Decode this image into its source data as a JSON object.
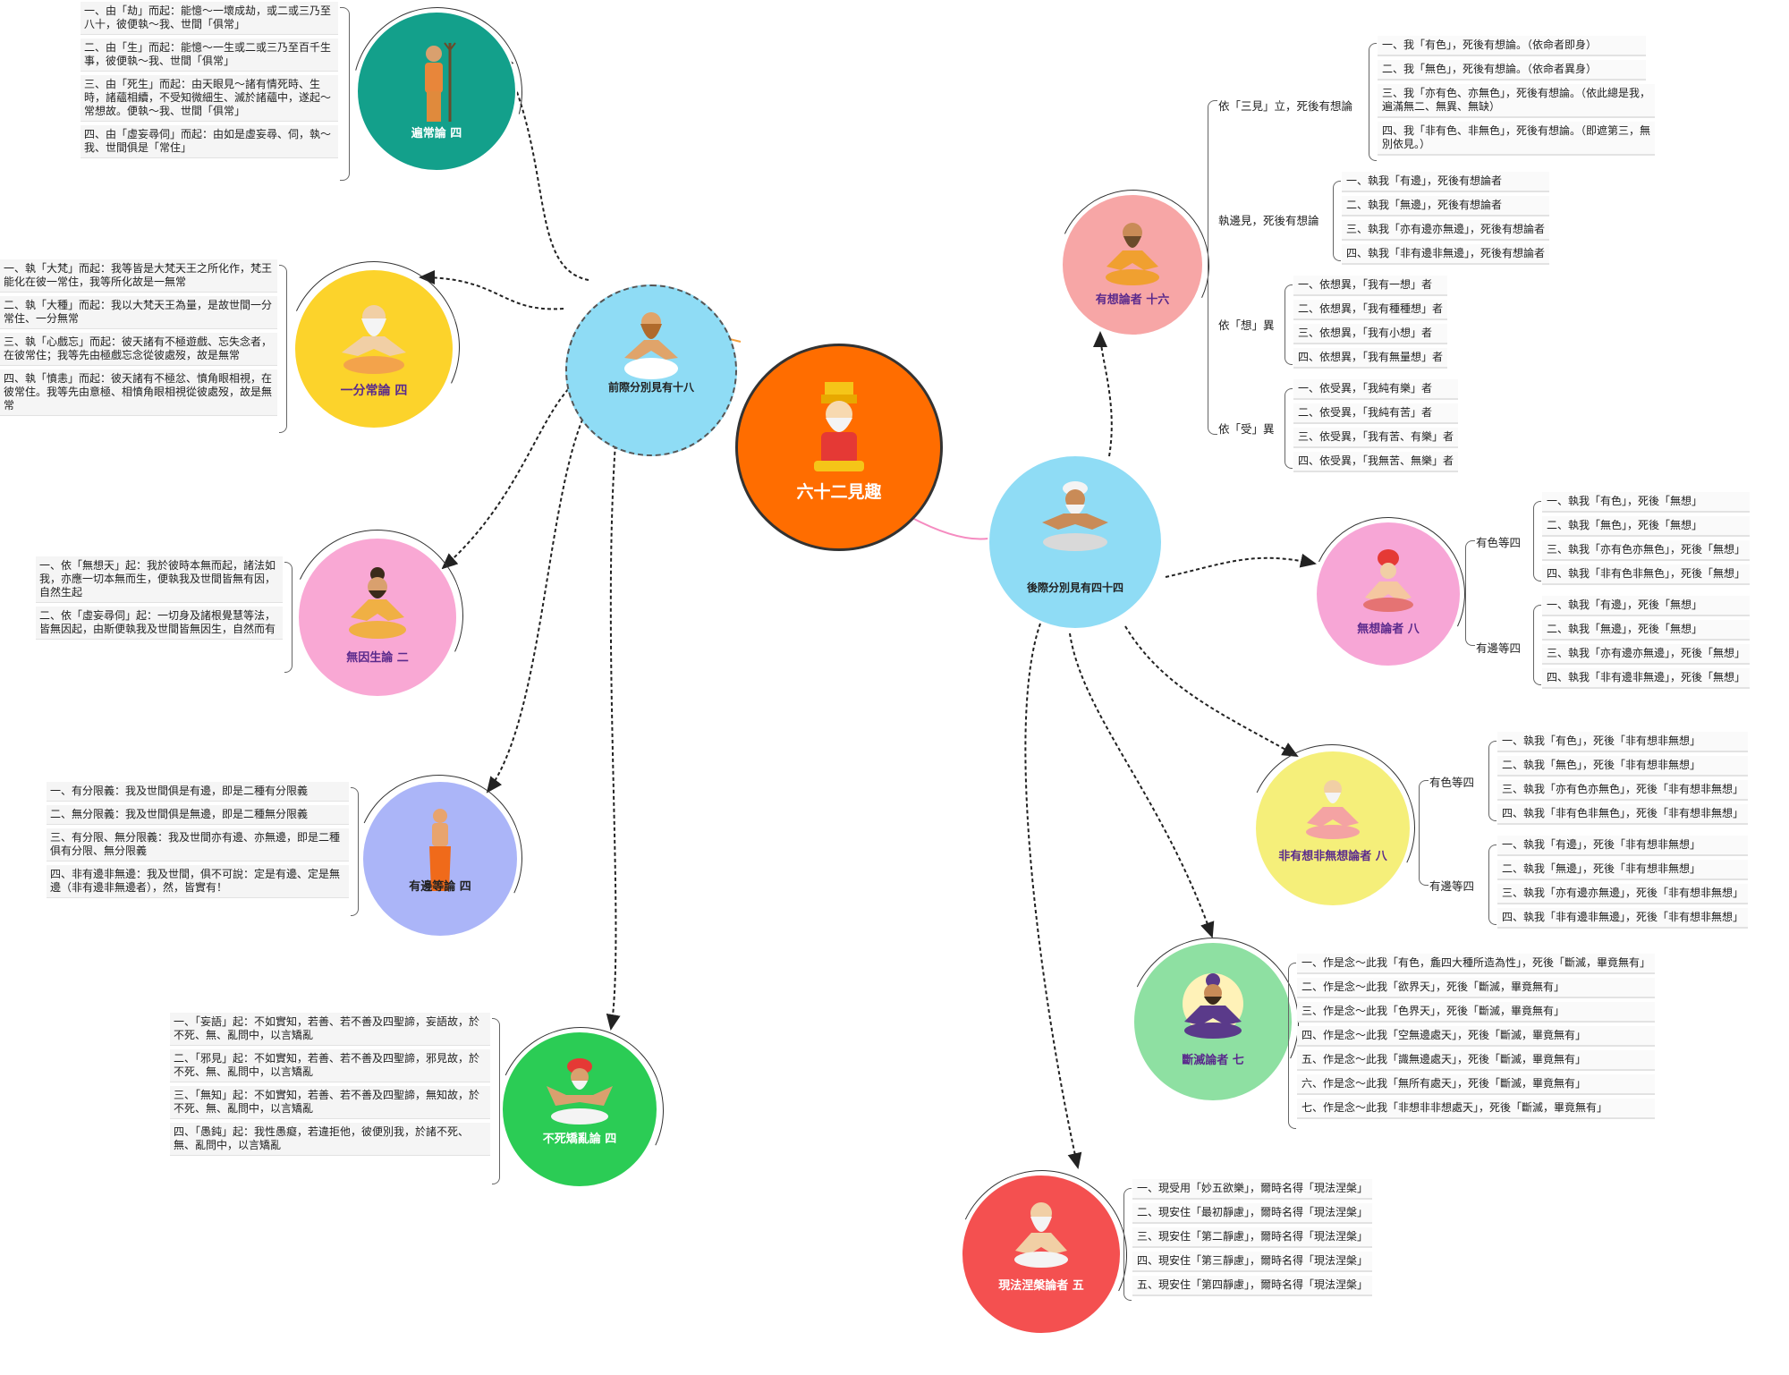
{
  "central": {
    "label": "六十二見趣",
    "icon": "brahma-icon",
    "color": "#ff6d00"
  },
  "branches": {
    "past": {
      "label": "前際分別見有十八",
      "color": "#8fdcf5"
    },
    "future": {
      "label": "後際分別見有四十四",
      "color": "#8fdcf5"
    }
  },
  "past_nodes": [
    {
      "id": "eternal",
      "label": "遍常論  四",
      "color": "#13a08b",
      "text_color": "#ffffff",
      "notes": [
        "一、由「劫」而起：能憶～一壞成劫，或二或三乃至八十，彼便執～我、世間「俱常」",
        "二、由「生」而起：能憶～一生或二或三乃至百千生事，彼便執～我、世間「俱常」",
        "三、由「死生」而起：由天眼見～諸有情死時、生時，諸蘊相續，不受知微細生、滅於諸蘊中，遂起～常想故。便執～我、世間「俱常」",
        "四、由「虛妄尋伺」而起：由如是虛妄尋、伺，執～我、世間俱是「常住」"
      ]
    },
    {
      "id": "partial",
      "label": "一分常論  四",
      "color": "#fcd32b",
      "text_color": "#5a2a8c",
      "notes": [
        "一、執「大梵」而起：我等皆是大梵天王之所化作，梵王能化在彼一常住，我等所化故是一無常",
        "二、執「大種」而起：我以大梵天王為量，是故世間一分常住、一分無常",
        "三、執「心戲忘」而起：彼天諸有不極遊戲、忘失念者，在彼常住；我等先由極戲忘念從彼處歿，故是無常",
        "四、執「憤恚」而起：彼天諸有不極忿、憤角眼相視，在彼常住。我等先由意極、相憤角眼相視從彼處歿，故是無常"
      ]
    },
    {
      "id": "nocause",
      "label": "無因生論  二",
      "color": "#f9a8d4",
      "text_color": "#5a2a8c",
      "notes": [
        "一、依「無想天」起：我於彼時本無而起，諸法如我，亦應一切本無而生，便執我及世間皆無有因，自然生起",
        "二、依「虛妄尋伺」起：一切身及諸根覺慧等法，皆無因起，由斯便執我及世間皆無因生，自然而有"
      ]
    },
    {
      "id": "finite",
      "label": "有邊等論 四",
      "color": "#abb5f8",
      "text_color": "#222222",
      "notes": [
        "一、有分限義：我及世間俱是有邊，即是二種有分限義",
        "二、無分限義：我及世間俱是無邊，即是二種無分限義",
        "三、有分限、無分限義：我及世間亦有邊、亦無邊，即是二種俱有分限、無分限義",
        "四、非有邊非無邊：我及世間，俱不可說：定是有邊、定是無邊（非有邊非無邊者），然，皆實有！"
      ]
    },
    {
      "id": "eel",
      "label": "不死矯亂論 四",
      "color": "#2bcc55",
      "text_color": "#ffffff",
      "notes": [
        "一、「妄語」起：不如實知，若善、若不善及四聖諦，妄語故，於不死、無、亂問中，以言矯亂",
        "二、「邪見」起：不如實知，若善、若不善及四聖諦，邪見故，於不死、無、亂問中，以言矯亂",
        "三、「無知」起：不如實知，若善、若不善及四聖諦，無知故，於不死、無、亂問中，以言矯亂",
        "四、「愚鈍」起：我性愚癡，若違拒他，彼便別我，於諸不死、無、亂問中，以言矯亂"
      ]
    }
  ],
  "future_nodes": [
    {
      "id": "perception",
      "label": "有想論者 十六",
      "color": "#f7a6a6",
      "text_color": "#5a2a8c",
      "groups": [
        {
          "label": "依「三見」立，死後有想論",
          "notes": [
            "一、我「有色」，死後有想論。（依命者即身）",
            "二、我「無色」，死後有想論。（依命者異身）",
            "三、我「亦有色、亦無色」，死後有想論。（依此總是我，遍滿無二、無異、無缺）",
            "四、我「非有色、非無色」，死後有想論。（即遮第三，無別依見。）"
          ]
        },
        {
          "label": "執邊見，死後有想論",
          "notes": [
            "一、執我「有邊」，死後有想論者",
            "二、執我「無邊」，死後有想論者",
            "三、執我「亦有邊亦無邊」，死後有想論者",
            "四、執我「非有邊非無邊」，死後有想論者"
          ]
        },
        {
          "label": "依「想」異",
          "notes": [
            "一、依想異，「我有一想」者",
            "二、依想異，「我有種種想」者",
            "三、依想異，「我有小想」者",
            "四、依想異，「我有無量想」者"
          ]
        },
        {
          "label": "依「受」異",
          "notes": [
            "一、依受異，「我純有樂」者",
            "二、依受異，「我純有苦」者",
            "三、依受異，「我有苦、有樂」者",
            "四、依受異，「我無苦、無樂」者"
          ]
        }
      ]
    },
    {
      "id": "nonperception",
      "label": "無想論者 八",
      "color": "#f7a6d6",
      "text_color": "#5a2a8c",
      "groups": [
        {
          "label": "有色等四",
          "notes": [
            "一、執我「有色」，死後「無想」",
            "二、執我「無色」，死後「無想」",
            "三、執我「亦有色亦無色」，死後「無想」",
            "四、執我「非有色非無色」，死後「無想」"
          ]
        },
        {
          "label": "有邊等四",
          "notes": [
            "一、執我「有邊」，死後「無想」",
            "二、執我「無邊」，死後「無想」",
            "三、執我「亦有邊亦無邊」，死後「無想」",
            "四、執我「非有邊非無邊」，死後「無想」"
          ]
        }
      ]
    },
    {
      "id": "neither",
      "label": "非有想非無想論者 八",
      "color": "#f5ef7a",
      "text_color": "#5a2a8c",
      "groups": [
        {
          "label": "有色等四",
          "notes": [
            "一、執我「有色」，死後「非有想非無想」",
            "二、執我「無色」，死後「非有想非無想」",
            "三、執我「亦有色亦無色」，死後「非有想非無想」",
            "四、執我「非有色非無色」，死後「非有想非無想」"
          ]
        },
        {
          "label": "有邊等四",
          "notes": [
            "一、執我「有邊」，死後「非有想非無想」",
            "二、執我「無邊」，死後「非有想非無想」",
            "三、執我「亦有邊亦無邊」，死後「非有想非無想」",
            "四、執我「非有邊非無邊」，死後「非有想非無想」"
          ]
        }
      ]
    },
    {
      "id": "annihilation",
      "label": "斷滅論者 七",
      "color": "#8ee0a2",
      "text_color": "#5a2a8c",
      "notes": [
        "一、作是念～此我「有色，麁四大種所造為性」，死後「斷滅，畢竟無有」",
        "二、作是念～此我「欲界天」，死後「斷滅，畢竟無有」",
        "三、作是念～此我「色界天」，死後「斷滅，畢竟無有」",
        "四、作是念～此我「空無邊處天」，死後「斷滅，畢竟無有」",
        "五、作是念～此我「識無邊處天」，死後「斷滅，畢竟無有」",
        "六、作是念～此我「無所有處天」，死後「斷滅，畢竟無有」",
        "七、作是念～此我「非想非非想處天」，死後「斷滅，畢竟無有」"
      ]
    },
    {
      "id": "nirvana",
      "label": "現法涅槃論者 五",
      "color": "#f45050",
      "text_color": "#ffffff",
      "notes": [
        "一、現受用「妙五欲樂」，爾時名得「現法涅槃」",
        "二、現安住「最初靜慮」，爾時名得「現法涅槃」",
        "三、現安住「第二靜慮」，爾時名得「現法涅槃」",
        "四、現安住「第三靜慮」，爾時名得「現法涅槃」",
        "五、現安住「第四靜慮」，爾時名得「現法涅槃」"
      ]
    }
  ]
}
